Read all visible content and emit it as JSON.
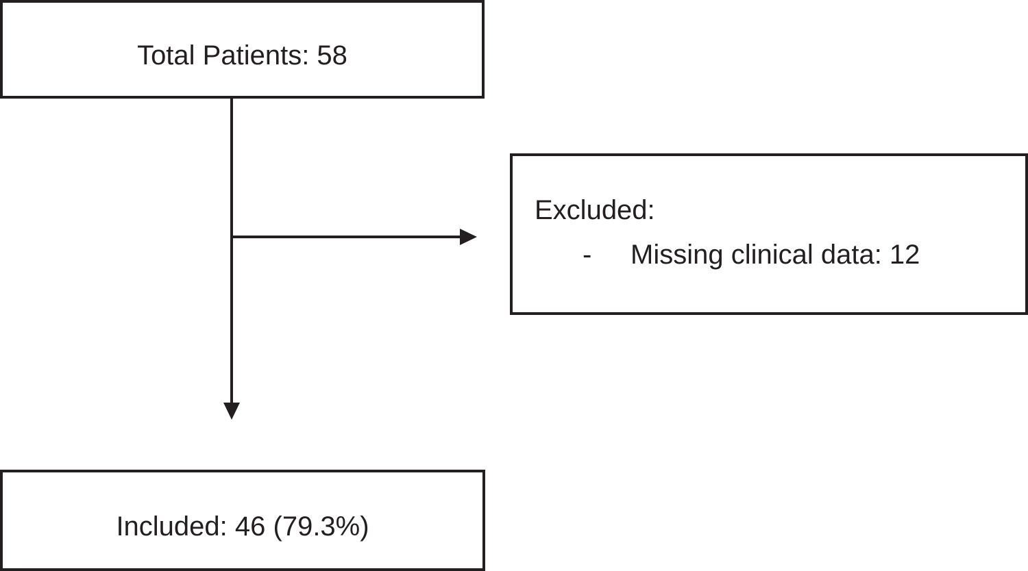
{
  "flowchart": {
    "total": {
      "label": "Total Patients: 58"
    },
    "excluded": {
      "heading": "Excluded:",
      "bullet": "-",
      "items": [
        {
          "label": "Missing clinical data: 12"
        }
      ]
    },
    "included": {
      "label": "Included: 46 (79.3%)"
    }
  },
  "colors": {
    "stroke": "#231f20",
    "background": "#ffffff"
  }
}
